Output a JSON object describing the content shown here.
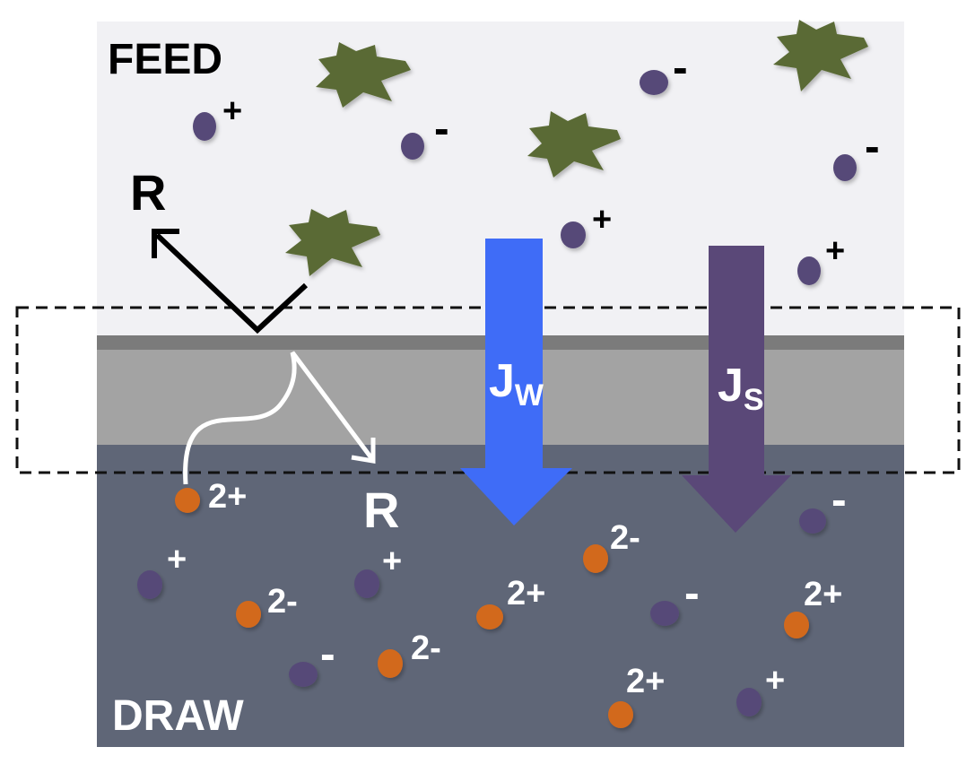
{
  "labels": {
    "feed": "FEED",
    "draw": "DRAW",
    "rejection_top": "R",
    "rejection_bottom": "R"
  },
  "fluxes": {
    "water_main": "J",
    "water_sub": "W",
    "solute_main": "J",
    "solute_sub": "S"
  },
  "charges": {
    "feed_1": "+",
    "feed_2": "-",
    "feed_3": "-",
    "feed_4": "-",
    "feed_5": "+",
    "feed_6": "+",
    "draw_1": "2+",
    "draw_2": "+",
    "draw_3": "2-",
    "draw_4": "+",
    "draw_5": "2-",
    "draw_6": "2+",
    "draw_7": "-",
    "draw_8": "2+",
    "draw_9": "-",
    "draw_10": "2-",
    "draw_11": "2+",
    "draw_12": "+",
    "draw_13": "-"
  },
  "colors": {
    "feed_bg": "#f1f1f4",
    "draw_bg": "#5f6677",
    "active_layer": "#7b7b7b",
    "support_layer": "#a3a3a3",
    "water_arrow": "#3f6cf7",
    "solute_arrow": "#5a4878",
    "ion": "#574a78",
    "divalent_ion": "#d2691e",
    "foulant": "#5a6b35"
  }
}
